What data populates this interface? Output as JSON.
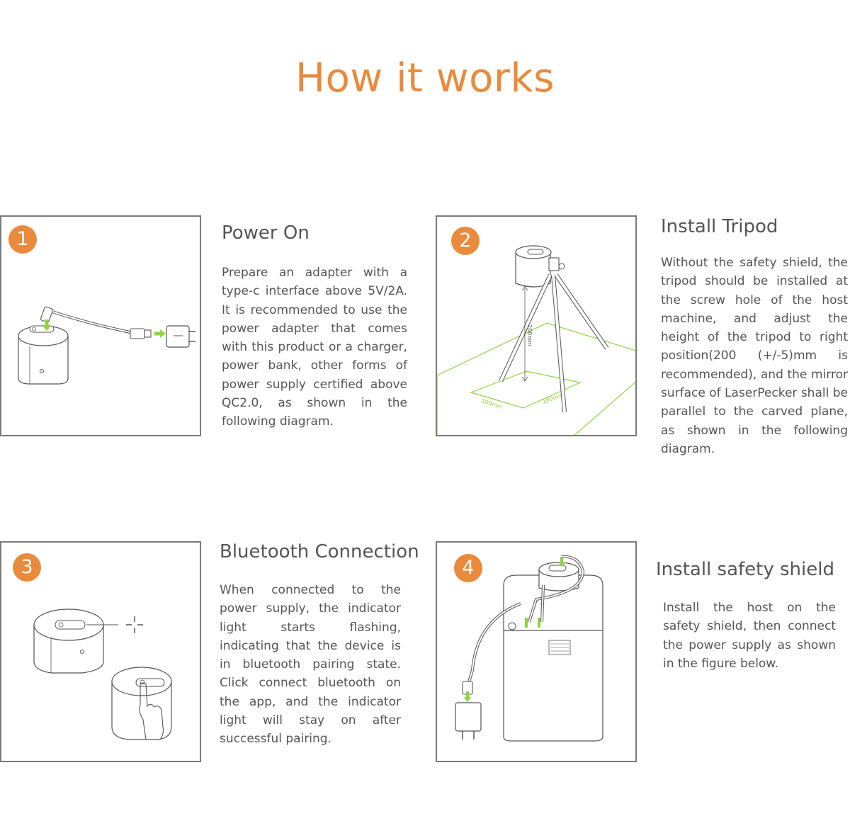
{
  "header": {
    "title": "How it works"
  },
  "steps": [
    {
      "number": "1",
      "title": "Power On",
      "text": "Prepare an adapter with a type-c interface above 5V/2A. It is recommended to use the power adapter that comes with this product or a charger, power bank, other forms of power supply certified above QC2.0, as shown in the following diagram."
    },
    {
      "number": "2",
      "title": "Install Tripod",
      "text": "Without the safety shield, the tripod should be installed at the screw hole of the host machine, and adjust the height of the tripod to right position(200 (+/-5)mm is recommended), and the mirror surface of LaserPecker shall be parallel to the carved plane, as shown in the following diagram.",
      "diagram_labels": {
        "height": "200mm",
        "width_left": "100mm",
        "width_right": "100mm"
      }
    },
    {
      "number": "3",
      "title": "Bluetooth Connection",
      "text": "When connected to the power supply, the indicator light starts flashing, indicating that the device is in bluetooth pairing state. Click connect bluetooth on the app, and the indicator light will stay on after successful pairing."
    },
    {
      "number": "4",
      "title": "Install safety shield",
      "text": "Install the host on the safety shield, then connect the power supply as shown in the figure below."
    }
  ],
  "colors": {
    "accent": "#e98a3c",
    "highlight": "#8fd63a",
    "line": "#555555",
    "frame": "#7a7a7a"
  }
}
